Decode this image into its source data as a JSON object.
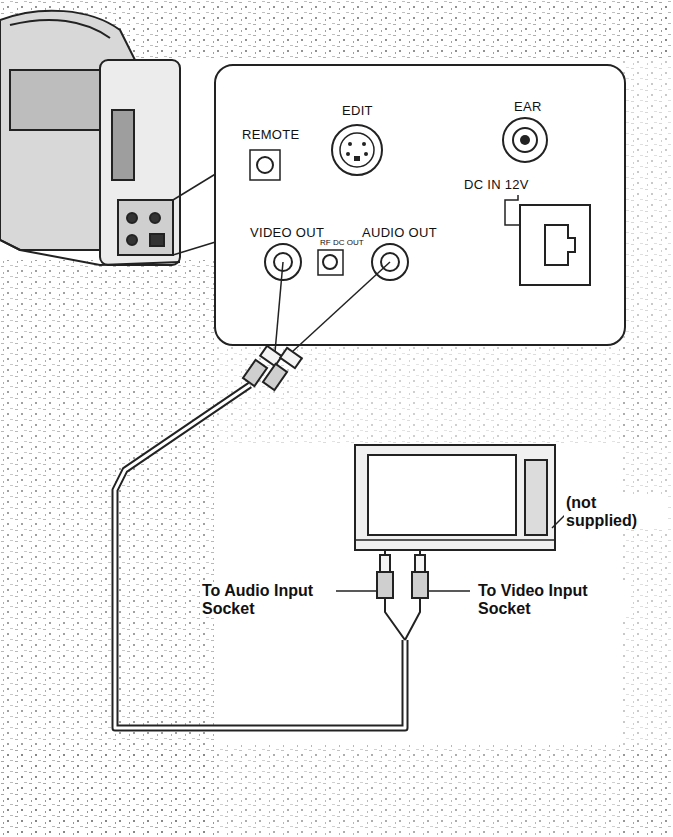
{
  "diagram": {
    "labels": [
      "REMOTE",
      "EDIT",
      "EAR",
      "DC IN 12V",
      "VIDEO OUT",
      "RF DC OUT",
      "AUDIO OUT",
      "(not supplied)",
      "To Audio Input Socket",
      "To Video Input Socket"
    ]
  }
}
